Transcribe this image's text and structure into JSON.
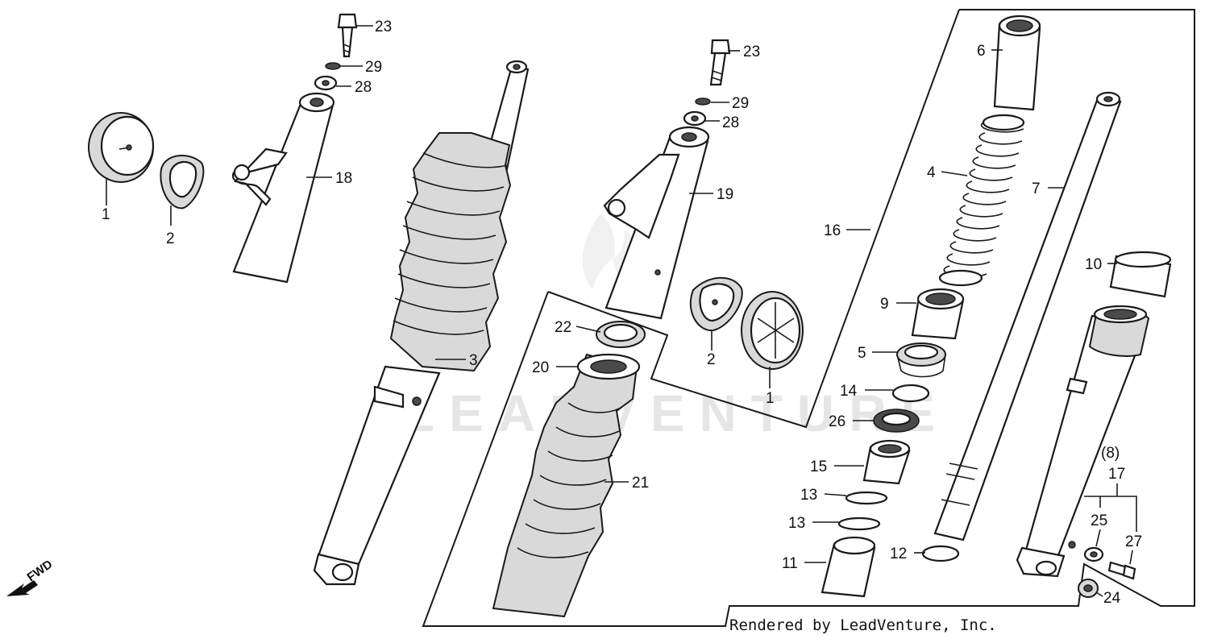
{
  "credit": "Rendered by LeadVenture, Inc.",
  "watermark": "LEADVENTURE",
  "direction": "FWD",
  "callouts": {
    "c23a": "23",
    "c29a": "29",
    "c28a": "28",
    "c18": "18",
    "c1a": "1",
    "c2a": "2",
    "c3": "3",
    "c23b": "23",
    "c29b": "29",
    "c28b": "28",
    "c19": "19",
    "c22": "22",
    "c20": "20",
    "c21": "21",
    "c2b": "2",
    "c1b": "1",
    "c6": "6",
    "c16": "16",
    "c4": "4",
    "c9": "9",
    "c5": "5",
    "c14": "14",
    "c26": "26",
    "c15": "15",
    "c13a": "13",
    "c13b": "13",
    "c11": "11",
    "c12": "12",
    "c7": "7",
    "c10": "10",
    "c8": "(8)",
    "c17": "17",
    "c25": "25",
    "c27": "27",
    "c24": "24"
  }
}
